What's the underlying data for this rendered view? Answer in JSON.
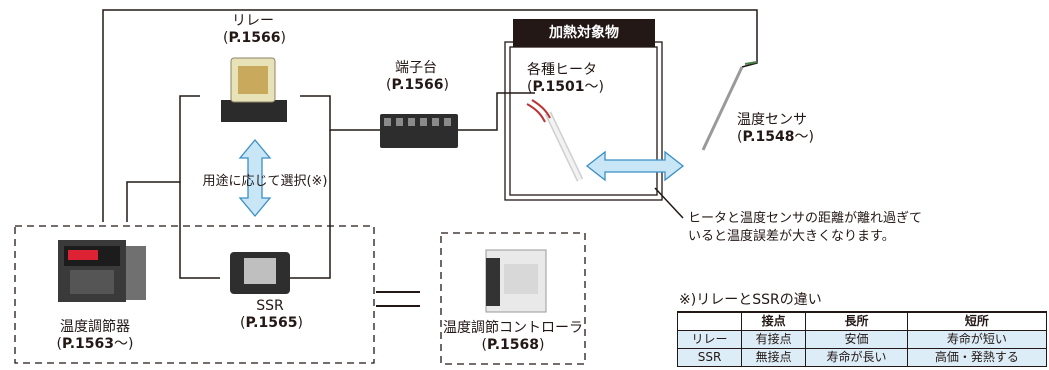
{
  "labels": {
    "relay": {
      "name": "リレー",
      "page": "P.1566"
    },
    "terminal": {
      "name": "端子台",
      "page": "P.1566"
    },
    "heater": {
      "name": "各種ヒータ",
      "page": "P.1501",
      "suffix": "〜"
    },
    "sensor": {
      "name": "温度センサ",
      "page": "P.1548",
      "suffix": "〜"
    },
    "ssr": {
      "name": "SSR",
      "page": "P.1565"
    },
    "controller": {
      "name": "温度調節器",
      "page": "P.1563",
      "suffix": "〜"
    },
    "controller_unit": {
      "name": "温度調節コントローラ",
      "page": "P.1568"
    },
    "select_note": "用途に応じて選択(※)",
    "heating_target": "加熱対象物",
    "distance_note": [
      "ヒータと温度センサの距離が離れ過ぎて",
      "いると温度誤差が大きくなります。"
    ],
    "equals": "="
  },
  "table": {
    "title": "※)リレーとSSRの違い",
    "headers": [
      "",
      "接点",
      "長所",
      "短所"
    ],
    "rows": [
      [
        "リレー",
        "有接点",
        "安価",
        "寿命が短い"
      ],
      [
        "SSR",
        "無接点",
        "寿命が長い",
        "高価・発熱する"
      ]
    ]
  },
  "colors": {
    "arrow_fill": "#c9e6f6",
    "arrow_stroke": "#3a8fc6",
    "table_row": "#dcedf7",
    "ink": "#231815"
  }
}
